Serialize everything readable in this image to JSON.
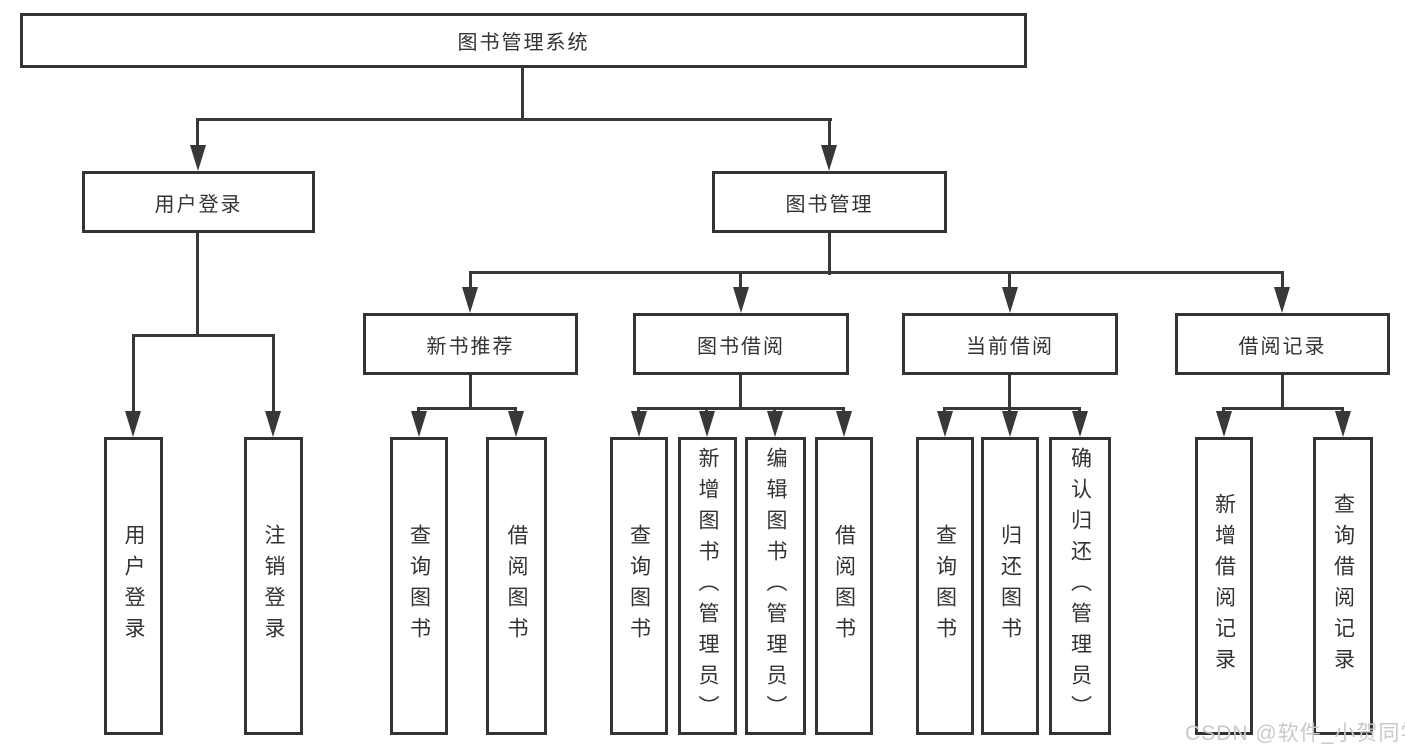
{
  "tree": {
    "label": "图书管理系统",
    "children": [
      {
        "label": "用户登录",
        "children": [
          {
            "label": "用户登录"
          },
          {
            "label": "注销登录"
          }
        ]
      },
      {
        "label": "图书管理",
        "children": [
          {
            "label": "新书推荐",
            "children": [
              {
                "label": "查询图书"
              },
              {
                "label": "借阅图书"
              }
            ]
          },
          {
            "label": "图书借阅",
            "children": [
              {
                "label": "查询图书"
              },
              {
                "label": "新增图书（管理员）"
              },
              {
                "label": "编辑图书（管理员）"
              },
              {
                "label": "借阅图书"
              }
            ]
          },
          {
            "label": "当前借阅",
            "children": [
              {
                "label": "查询图书"
              },
              {
                "label": "归还图书"
              },
              {
                "label": "确认归还（管理员）"
              }
            ]
          },
          {
            "label": "借阅记录",
            "children": [
              {
                "label": "新增借阅记录"
              },
              {
                "label": "查询借阅记录"
              }
            ]
          }
        ]
      }
    ]
  },
  "watermark": {
    "text": "CSDN @软件_小贺同学"
  },
  "colors": {
    "line": "#383838",
    "box_border": "#333333",
    "text": "#333333",
    "background": "#ffffff",
    "watermark": "#c9c9c9"
  }
}
